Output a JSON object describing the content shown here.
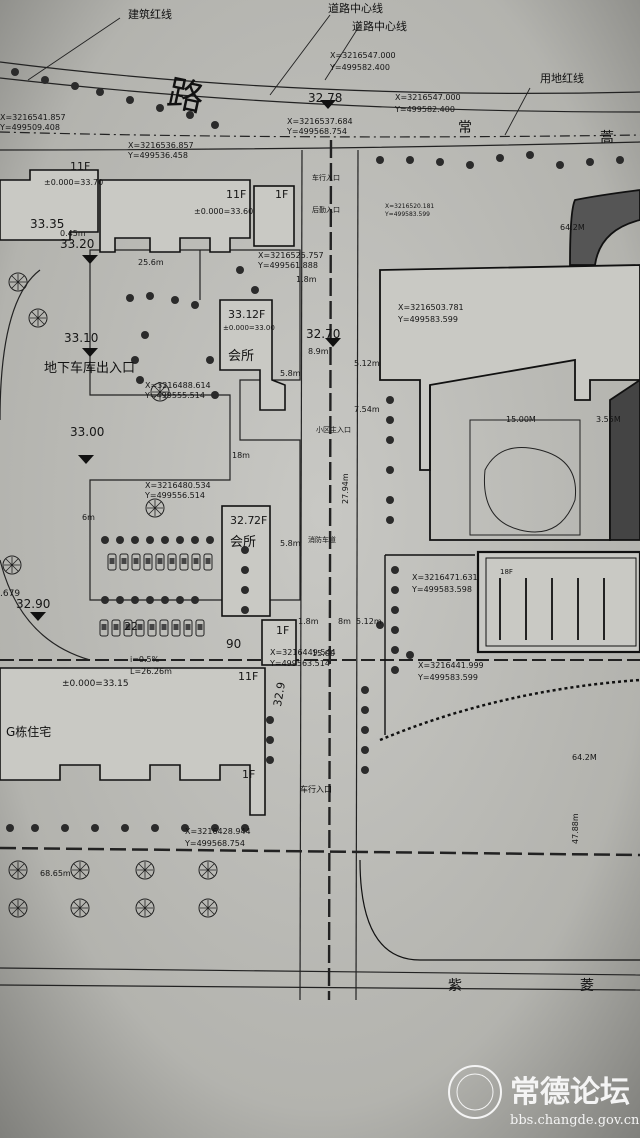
{
  "labels": {
    "red_line_building": "建筑红线",
    "road_centerline_1": "道路中心线",
    "road_centerline_2": "道路中心线",
    "land_red_line": "用地红线",
    "road_char": "路",
    "road_name_1": "常",
    "road_name_2": "蒿",
    "road_south_1": "紫",
    "road_south_2": "菱",
    "garage_entry": "地下车库出入口",
    "clubhouse_1": "会所",
    "clubhouse_2": "会所",
    "g_building": "G栋住宅",
    "car_entry_1": "车行入口",
    "car_entry_2": "车行入口",
    "main_entry": "小区主入口",
    "fire_lane": "消防车道",
    "rear_entry": "后勤入口"
  },
  "coords": {
    "c1x": "X=3216547.000",
    "c1y": "Y=499582.400",
    "c2x": "X=3216547.000",
    "c2y": "Y=499582.400",
    "c3x": "X=3216541.857",
    "c3y": "Y=499509.408",
    "c4x": "X=3216537.684",
    "c4y": "Y=499568.754",
    "c5x": "X=3216536.857",
    "c5y": "Y=499536.458",
    "c6x": "X=3216525.757",
    "c6y": "Y=499561.888",
    "c7x": "X=3216520.181",
    "c7y": "Y=499583.599",
    "c8x": "X=3216503.781",
    "c8y": "Y=499583.599",
    "c9x": "X=3216488.614",
    "c9y": "Y=499555.514",
    "c10x": "X=3216480.534",
    "c10y": "Y=499556.514",
    "c11x": "X=3216471.631",
    "c11y": "Y=499583.598",
    "c12x": "X=3216449.544",
    "c12y": "Y=499563.514",
    "c13x": "X=3216441.999",
    "c13y": "Y=499583.599",
    "c14x": "X=3216428.944",
    "c14y": "Y=499568.754"
  },
  "levels": {
    "e3278": "32.78",
    "e3335": "33.35",
    "e3320": "33.20",
    "e3310": "33.10",
    "e3270": "32.70",
    "e3300": "33.00",
    "e3290": "32.90",
    "e3290b": "90",
    "hw_33_1": "33.1",
    "hw_32_7": "32.7",
    "hw_32_9": "32.9",
    "z3370": "±0.000=33.70",
    "z3360": "±0.000=33.60",
    "z3300": "±0.000=33.00",
    "z3315": "±0.000=33.15",
    "f11a": "11F",
    "f11b": "11F",
    "f11c": "11F",
    "f1a": "1F",
    "f1b": "1F",
    "f1c": "1F",
    "f2a": "2F",
    "f2b": "2F",
    "f18": "18F",
    "d645": "0.45m",
    "d256": "25.6m",
    "d18": "1.8m",
    "d89": "8.9m",
    "d58a": "5.8m",
    "d58b": "5.8m",
    "d512a": "5.12m",
    "d512b": "5.12m",
    "d754": "7.54m",
    "d642": "64.2M",
    "d642b": "64.2M",
    "d15": "15.00M",
    "d355": "3.55M",
    "d18b": "1.8m",
    "d8": "8m",
    "d15b": "15.00",
    "d2628": "L=26.26m",
    "slope": "i=0.5%",
    "d6865": "68.65m",
    "d4788": "47.88m",
    "d2794": "27.94m",
    "n22": "22",
    "n679": ".679",
    "n6m": "6m",
    "n18m": "18m"
  }
}
